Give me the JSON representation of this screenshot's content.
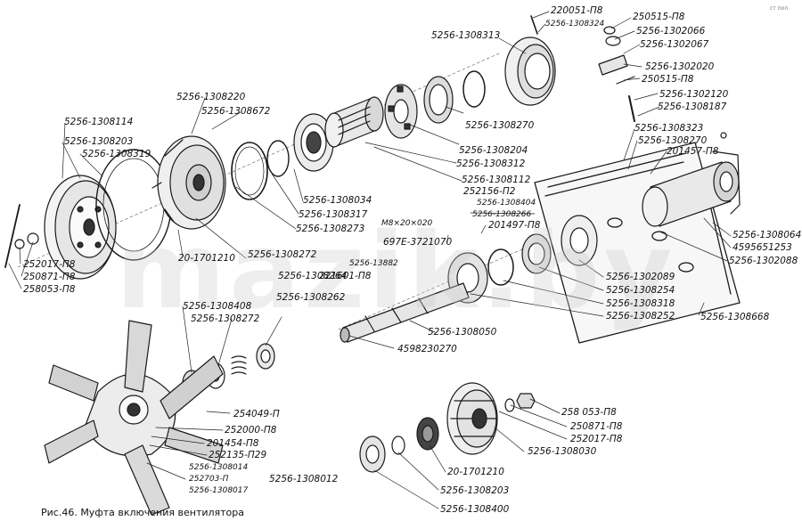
{
  "watermark": "mazik.by",
  "corner_mark": "ст пол",
  "caption": "Рис.46. Муфта включения вентилятора",
  "labels": {
    "l01": "220051-П8",
    "l02": "5256-1308324",
    "l03": "250515-П8",
    "l04": "5256-1302066",
    "l05": "5256-1302067",
    "l06": "5256-1308313",
    "l07": "5256-1302020",
    "l08": "250515-П8",
    "l09": "5256-1302120",
    "l10": "5256-1308187",
    "l11": "5256-1308220",
    "l12": "5256-1308672",
    "l13": "5256-1308114",
    "l14": "5256-1308270",
    "l15": "5256-1308323",
    "l16": "5256-1308270",
    "l17": "201457-П8",
    "l18": "5256-1308203",
    "l19": "5256-1308319",
    "l20": "5256-1308204",
    "l21": "5256-1308312",
    "l22": "5256-1308112",
    "l23": "252156-П2",
    "l24": "5256-1308034",
    "l25": "5256-1308317",
    "l26": "5256-1308404",
    "l27": "5256-1308266",
    "l28": "5256-1308273",
    "l29": "М8×20×020",
    "l30": "201497-П8",
    "l31": "697Е-3721070",
    "l32": "5256-1308064",
    "l33": "4595651253",
    "l34": "5256-1302088",
    "l35": "20-1701210",
    "l36": "5256-1308272",
    "l37": "5256-13882",
    "l38": "221601-П8",
    "l39": "5256-1308264",
    "l40": "5256-1308262",
    "l41": "252017-П8",
    "l42": "250871-П8",
    "l43": "258053-П8",
    "l44": "5256-1302089",
    "l45": "5256-1308254",
    "l46": "5256-1308318",
    "l47": "5256-1308252",
    "l48": "5256-1308668",
    "l49": "5256-1308408",
    "l50": "5256-1308272",
    "l51": "5256-1308050",
    "l52": "4598230270",
    "l53": "254049-П",
    "l54": "252000-П8",
    "l55": "201454-П8",
    "l56": "252135-П29",
    "l57": "5256-1308014",
    "l58": "252703-П",
    "l59": "5256-1308017",
    "l60": "5256-1308012",
    "l61": "258 053-П8",
    "l62": "250871-П8",
    "l63": "252017-П8",
    "l64": "5256-1308030",
    "l65": "20-1701210",
    "l66": "5256-1308203",
    "l67": "5256-1308400"
  }
}
